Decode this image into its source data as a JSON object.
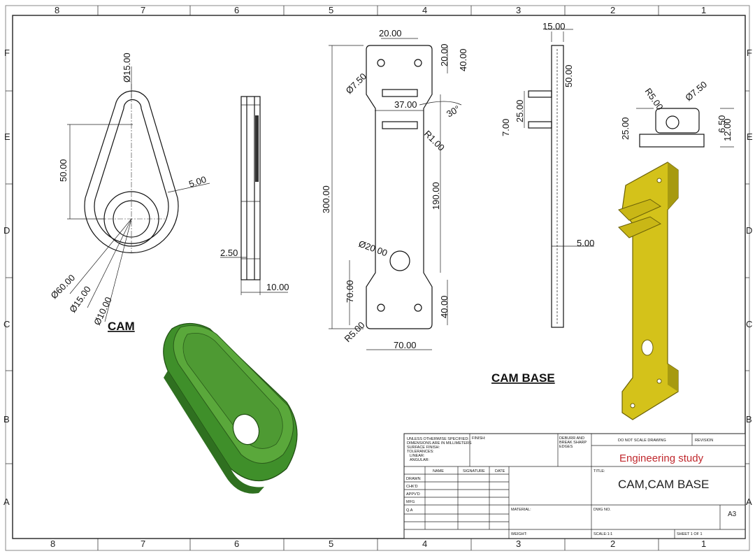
{
  "zones": {
    "columns": [
      "8",
      "7",
      "6",
      "5",
      "4",
      "3",
      "2",
      "1"
    ],
    "rows": [
      "F",
      "E",
      "D",
      "C",
      "B",
      "A"
    ]
  },
  "views": {
    "cam_label": "CAM",
    "cam_base_label": "CAM BASE"
  },
  "dimensions": {
    "cam": {
      "d15_top": "Ø15.00",
      "h50": "50.00",
      "t5": "5.00",
      "d60": "Ø60.00",
      "d15": "Ø15.00",
      "d10": "Ø10.00",
      "side_2_50": "2.50",
      "side_10": "10.00"
    },
    "base_front": {
      "w20_top": "20.00",
      "h20_right": "20.00",
      "h40_top": "40.00",
      "d7_50": "Ø7.50",
      "w37": "37.00",
      "ang30": "30°",
      "r1": "R1.00",
      "h300": "300.00",
      "h190": "190.00",
      "d20": "Ø20.00",
      "h70": "70.00",
      "h40_bottom": "40.00",
      "r5": "R5.00",
      "w70": "70.00"
    },
    "base_side": {
      "w15": "15.00",
      "h50": "50.00",
      "h25": "25.00",
      "h7": "7.00",
      "w5": "5.00"
    },
    "detail": {
      "r5": "R5.00",
      "d7_50": "Ø7.50",
      "h25": "25.00",
      "h6_50": "6.50",
      "h12": "12.00"
    }
  },
  "title_block": {
    "unless": "UNLESS OTHERWISE SPECIFIED:",
    "dims_mm": "DIMENSIONS ARE IN MILLIMETERS",
    "surface": "SURFACE FINISH:",
    "tolerances": "TOLERANCES:",
    "linear": "LINEAR:",
    "angular": "ANGULAR:",
    "finish": "FINISH:",
    "deburr": "DEBURR AND",
    "break_sharp": "BREAK SHARP",
    "edges": "EDGES",
    "do_not_scale": "DO NOT SCALE DRAWING",
    "revision": "REVISION",
    "company": "Engineering study",
    "title_label": "TITLE:",
    "title": "CAM,CAM BASE",
    "col_name": "NAME",
    "col_signature": "SIGNATURE",
    "col_date": "DATE",
    "row_drawn": "DRAWN",
    "row_chkd": "CHK'D",
    "row_appvd": "APPV'D",
    "row_mfg": "MFG",
    "row_qa": "Q.A",
    "material": "MATERIAL:",
    "dwg_no": "DWG NO.",
    "size": "A3",
    "weight": "WEIGHT:",
    "scale": "SCALE:1:1",
    "sheet": "SHEET 1 OF 1"
  }
}
